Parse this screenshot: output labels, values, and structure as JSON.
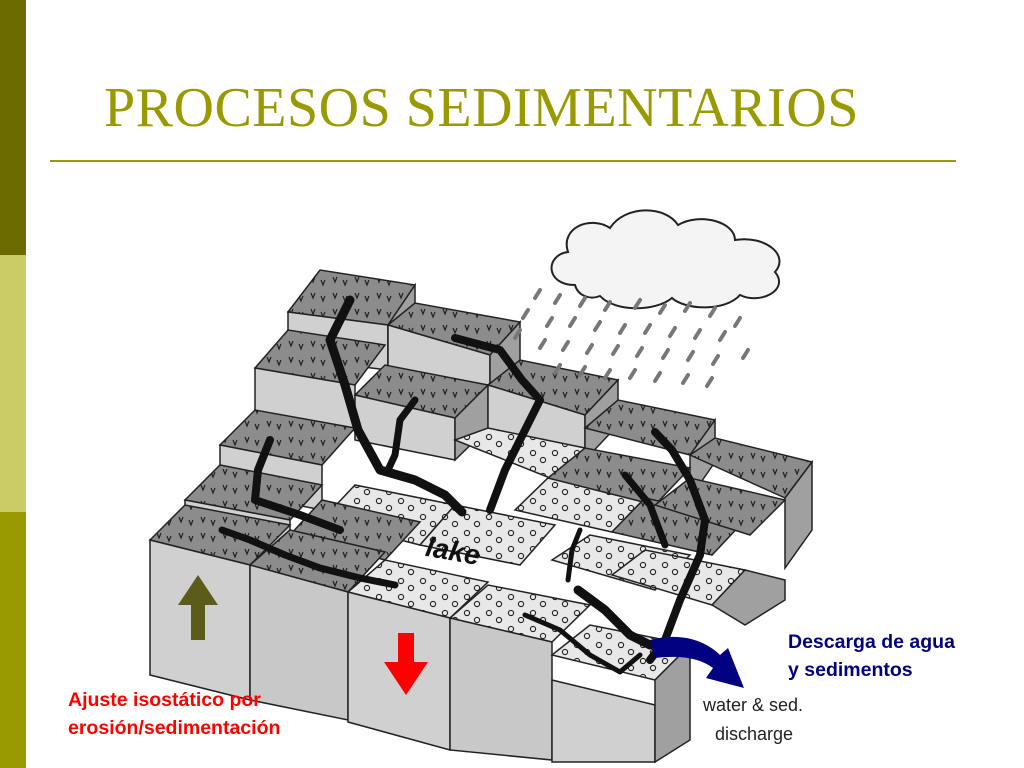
{
  "slide": {
    "title": "PROCESOS SEDIMENTARIOS",
    "accent_color": "#999900",
    "sidebar_colors": [
      "#6b6b00",
      "#cccc66",
      "#999900"
    ]
  },
  "diagram": {
    "lake_label": "lake",
    "discharge_label_line1": "water & sed.",
    "discharge_label_line2": "discharge",
    "up_arrow_color": "#5c5c1a",
    "down_arrow_color": "#ff0000",
    "discharge_arrow_color": "#000080",
    "icons": [
      "cloud-icon",
      "rain-icon",
      "up-arrow-icon",
      "down-arrow-icon",
      "discharge-arrow-icon"
    ]
  },
  "annotations": {
    "isostatic_line1": "Ajuste isostático por",
    "isostatic_line2": "erosión/sedimentación",
    "isostatic_color": "#ff0000",
    "discharge_line1": "Descarga de agua",
    "discharge_line2": "y sedimentos",
    "discharge_color": "#000080"
  }
}
